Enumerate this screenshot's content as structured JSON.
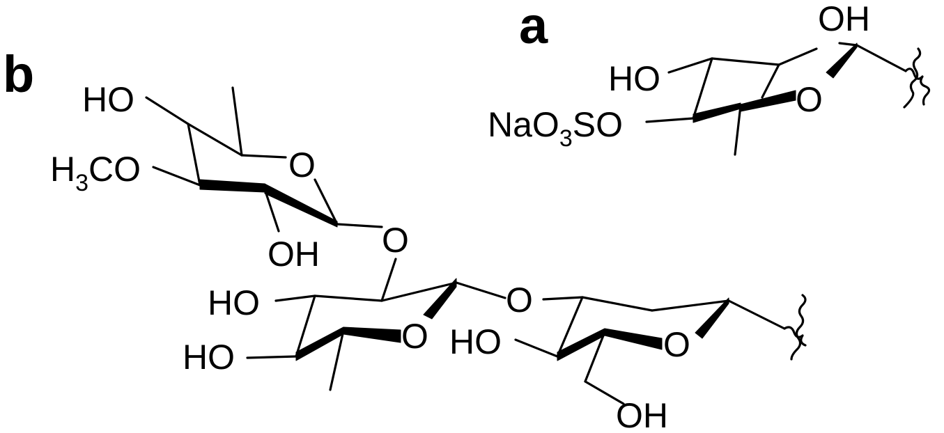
{
  "panels": {
    "a": "a",
    "b": "b"
  },
  "structure_a": {
    "oh_top": "OH",
    "ho_left": "HO",
    "sulfate": {
      "pre": "NaO",
      "sub": "3",
      "post": "SO"
    },
    "ring_o": "O"
  },
  "structure_b": {
    "top_ring": {
      "ho": "HO",
      "methoxy": {
        "pre": "H",
        "sub": "3",
        "post": "CO"
      },
      "ring_o": "O",
      "oh": "OH"
    },
    "glycosidic_o_1": "O",
    "glycosidic_o_2": "O",
    "middle_ring": {
      "ho_upper": "HO",
      "ho_lower": "HO",
      "ring_o": "O"
    },
    "right_ring": {
      "ho": "HO",
      "ring_o": "O",
      "oh_bottom": "OH"
    }
  },
  "colors": {
    "ink": "#000000",
    "background": "#ffffff"
  }
}
